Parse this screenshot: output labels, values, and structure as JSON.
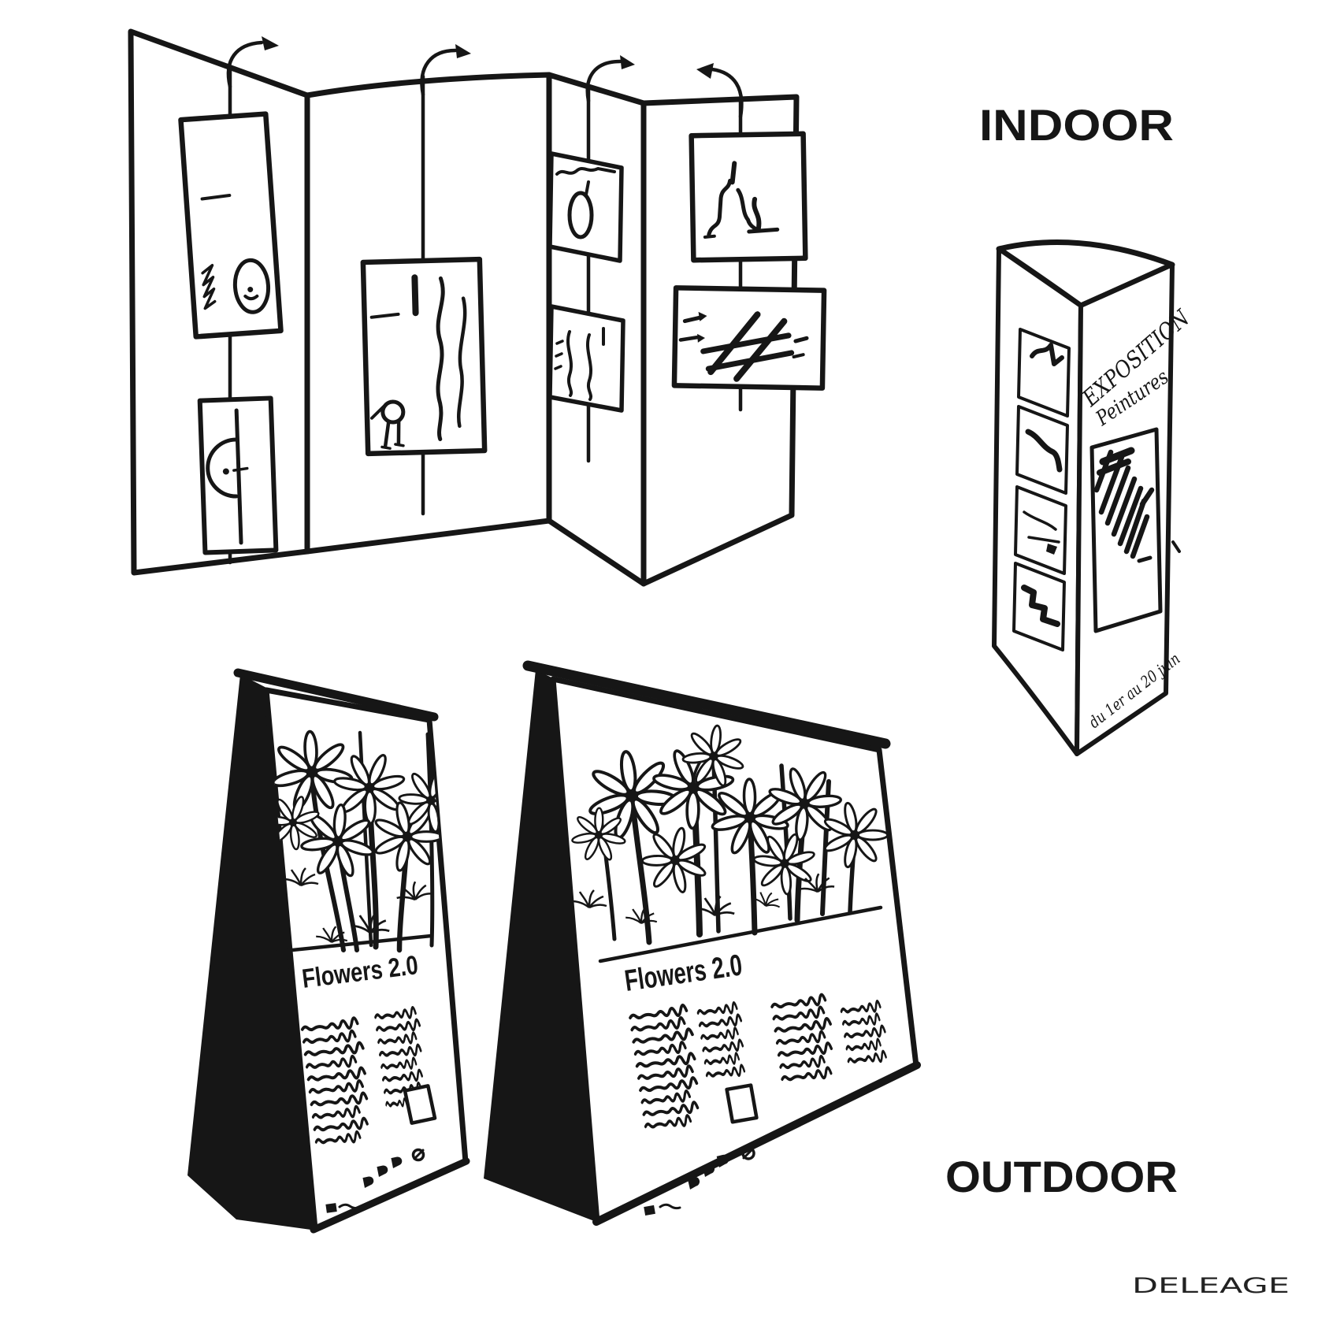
{
  "labels": {
    "indoor": "INDOOR",
    "outdoor": "OUTDOOR",
    "signature": "DELEAGE"
  },
  "totem": {
    "title": "EXPOSITION",
    "subtitle": "Peintures",
    "date": "du 1er au 20 juin"
  },
  "aframe_small": {
    "title": "Flowers 2.0"
  },
  "aframe_large": {
    "title": "Flowers 2.0"
  },
  "colors": {
    "ink": "#161616",
    "paper": "#ffffff"
  }
}
